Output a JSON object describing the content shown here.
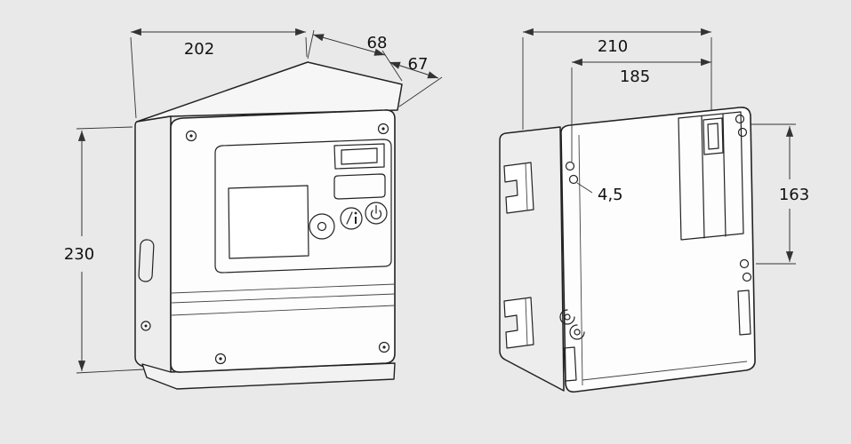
{
  "title": "control-unit-dimension-drawing",
  "colors": {
    "background": "#e9e9e9",
    "line": "#222222",
    "face": "#fdfdfd",
    "side_face": "#ededed"
  },
  "views": {
    "front": {
      "label": "front-perspective-view",
      "dims": {
        "width": "202",
        "depth_top": "68",
        "depth_front": "67",
        "height": "230"
      },
      "icons": {
        "power": "power-icon",
        "info": "info-service-icon",
        "knob": "rotary-knob"
      }
    },
    "rear": {
      "label": "rear-view",
      "dims": {
        "width_overall": "210",
        "width_mounting": "185",
        "hole_diameter": "4,5",
        "height_mounting": "163"
      }
    }
  }
}
